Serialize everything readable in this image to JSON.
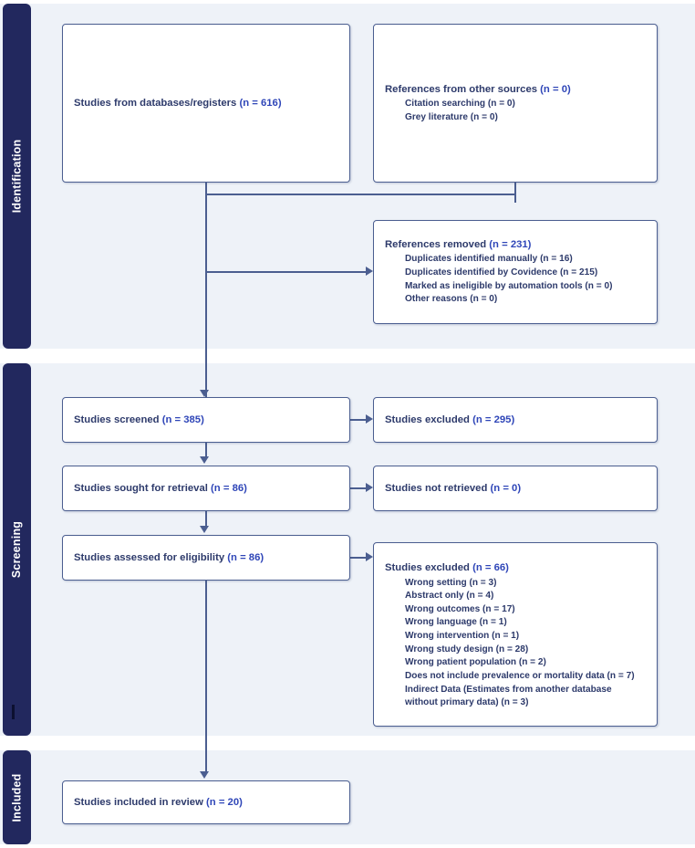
{
  "diagram": {
    "title": "PRISMA flow diagram",
    "colors": {
      "stage_band": "#eef2f8",
      "stage_bar": "#22285e",
      "box_border": "#4b5e90",
      "text": "#2d3a6b",
      "count": "#2f46b8",
      "page_background": "#ffffff"
    }
  },
  "stages": [
    {
      "id": "identification",
      "label": "Identification"
    },
    {
      "id": "screening",
      "label": "Screening"
    },
    {
      "id": "included",
      "label": "Included"
    }
  ],
  "boxes": {
    "databases": {
      "title": "Studies from databases/registers ",
      "count": "(n = 616)",
      "sub_items": []
    },
    "other_sources": {
      "title": "References from other sources ",
      "count": "(n = 0)",
      "sub_items": [
        "Citation searching (n = 0)",
        "Grey literature (n = 0)"
      ]
    },
    "refs_removed": {
      "title": "References removed ",
      "count": "(n = 231)",
      "sub_items": [
        "Duplicates identified manually (n = 16)",
        "Duplicates identified by Covidence (n = 215)",
        "Marked as ineligible by automation tools (n = 0)",
        "Other reasons (n = 0)"
      ]
    },
    "screened": {
      "title": "Studies screened ",
      "count": "(n = 385)",
      "sub_items": []
    },
    "excluded_1": {
      "title": "Studies excluded ",
      "count": "(n = 295)",
      "sub_items": []
    },
    "sought": {
      "title": "Studies sought for retrieval ",
      "count": "(n = 86)",
      "sub_items": []
    },
    "not_retrieved": {
      "title": "Studies not retrieved ",
      "count": "(n = 0)",
      "sub_items": []
    },
    "assessed": {
      "title": "Studies assessed for eligibility ",
      "count": "(n = 86)",
      "sub_items": []
    },
    "excluded_2": {
      "title": "Studies excluded ",
      "count": "(n = 66)",
      "sub_items": [
        "Wrong setting (n = 3)",
        "Abstract only (n = 4)",
        "Wrong outcomes (n = 17)",
        "Wrong language (n = 1)",
        "Wrong intervention (n = 1)",
        "Wrong study design (n = 28)",
        "Wrong patient population (n = 2)",
        "Does not include prevalence or mortality data (n = 7)",
        "Indirect Data (Estimates from another database",
        "without primary data) (n = 3)"
      ]
    },
    "included": {
      "title": "Studies included in review ",
      "count": "(n = 20)",
      "sub_items": []
    }
  }
}
